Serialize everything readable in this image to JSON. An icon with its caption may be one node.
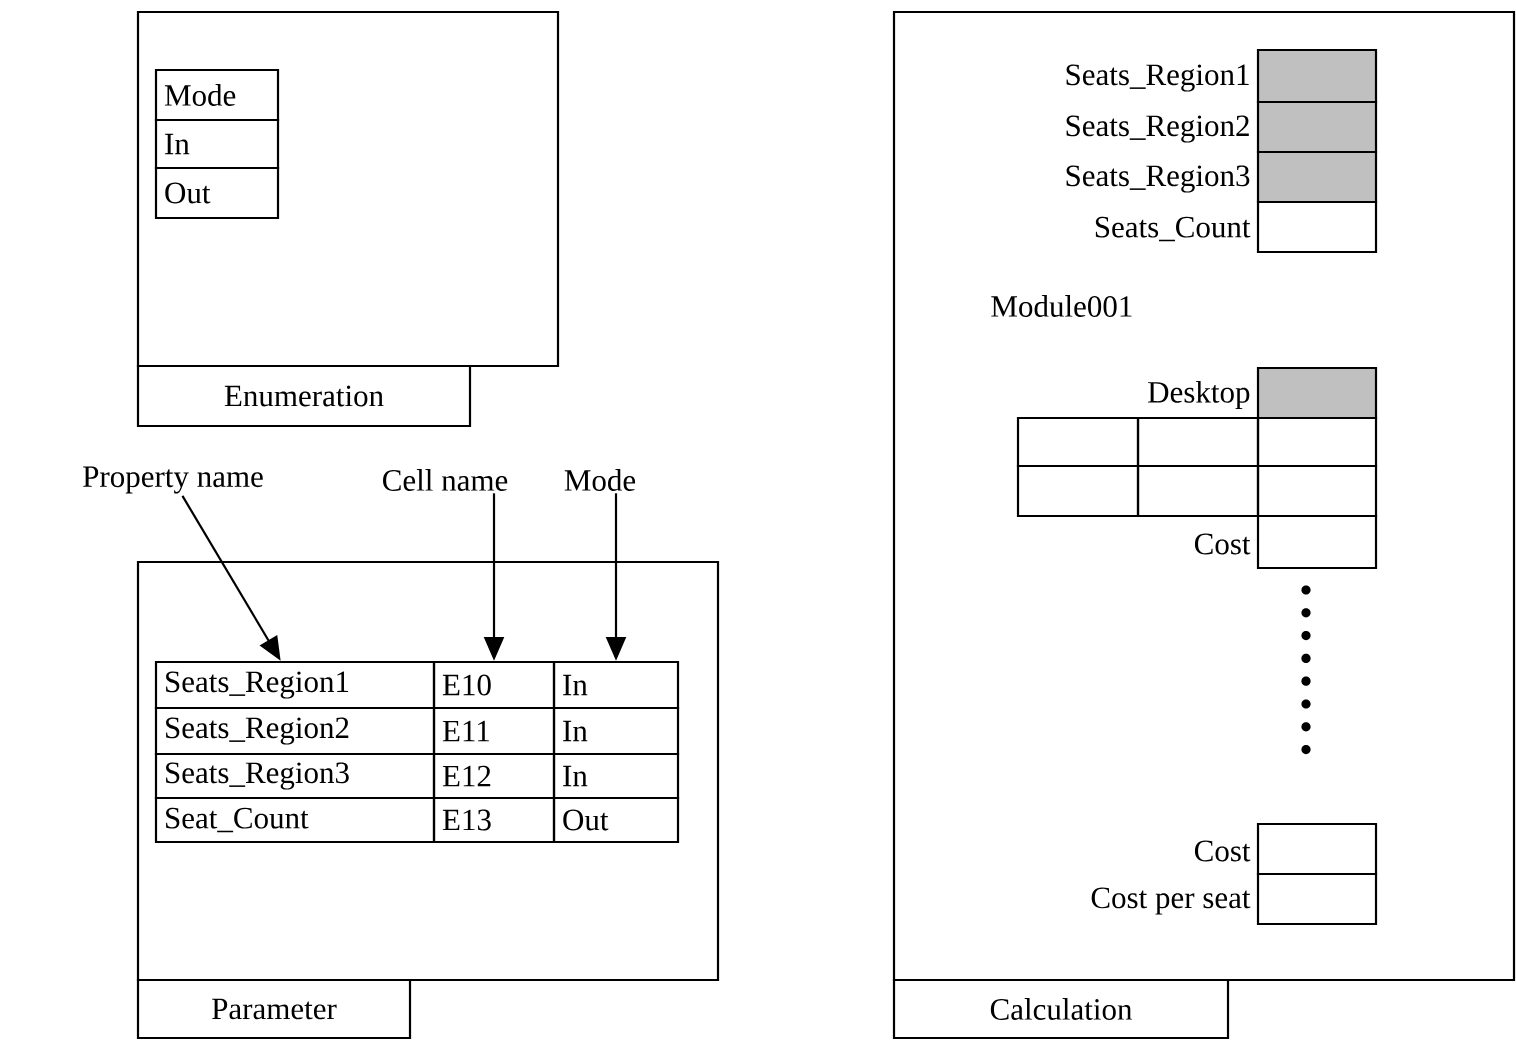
{
  "diagram": {
    "nodes": [
      {
        "text": [
          "Enumeration"
        ]
      },
      {
        "text": [
          "Mode"
        ],
        "in": 0
      },
      {
        "text": [
          "In"
        ],
        "in": 0
      },
      {
        "text": [
          "Out"
        ],
        "in": 0
      },
      {
        "text": [
          "Property name"
        ]
      },
      {
        "text": [
          "Cell name"
        ]
      },
      {
        "text": [
          "Mode"
        ]
      },
      {
        "text": [
          "Parameter"
        ]
      },
      {
        "text": [
          "Seats_Region1"
        ],
        "in": 7
      },
      {
        "text": [
          "E10"
        ],
        "in": 7
      },
      {
        "text": [
          "In"
        ],
        "in": 7
      },
      {
        "text": [
          "Seats_Region2"
        ],
        "in": 7
      },
      {
        "text": [
          "E11"
        ],
        "in": 7
      },
      {
        "text": [
          "In"
        ],
        "in": 7
      },
      {
        "text": [
          "Seats_Region3"
        ],
        "in": 7
      },
      {
        "text": [
          "E12"
        ],
        "in": 7
      },
      {
        "text": [
          "In"
        ],
        "in": 7
      },
      {
        "text": [
          "Seat_Count"
        ],
        "in": 7
      },
      {
        "text": [
          "E13"
        ],
        "in": 7
      },
      {
        "text": [
          "Out"
        ],
        "in": 7
      },
      {
        "text": [
          "Calculation"
        ]
      },
      {
        "text": [],
        "shape": "box",
        "beside": [
          "Seats_Region1"
        ],
        "in": 20
      },
      {
        "text": [],
        "shape": "box",
        "beside": [
          "Seats_Region2"
        ],
        "in": 20
      },
      {
        "text": [],
        "shape": "box",
        "beside": [
          "Seats_Region3"
        ],
        "in": 20
      },
      {
        "text": [],
        "shape": "box",
        "beside": [
          "Seats_Count"
        ],
        "in": 20
      },
      {
        "text": [],
        "shape": "box",
        "beside": [
          "Desktop"
        ],
        "in": 20
      },
      {
        "text": [],
        "shape": "box",
        "in": 20
      },
      {
        "text": [],
        "shape": "box",
        "in": 20
      },
      {
        "text": [],
        "shape": "box",
        "in": 20
      },
      {
        "text": [],
        "shape": "box",
        "in": 20
      },
      {
        "text": [],
        "shape": "box",
        "in": 20
      },
      {
        "text": [],
        "shape": "box",
        "in": 20
      },
      {
        "text": [],
        "shape": "box",
        "beside": [
          "Cost"
        ],
        "in": 20
      },
      {
        "text": [],
        "shape": "box",
        "beside": [
          "Cost"
        ],
        "in": 20
      },
      {
        "text": [],
        "shape": "box",
        "beside": [
          "Cost per seat"
        ],
        "in": 20
      }
    ],
    "edges": [
      {
        "from": 4,
        "to": 8,
        "arrow": "to"
      },
      {
        "from": 5,
        "to": 9,
        "arrow": "to"
      },
      {
        "from": 6,
        "to": 10,
        "arrow": "to"
      }
    ],
    "labels": [
      "Module001"
    ]
  }
}
